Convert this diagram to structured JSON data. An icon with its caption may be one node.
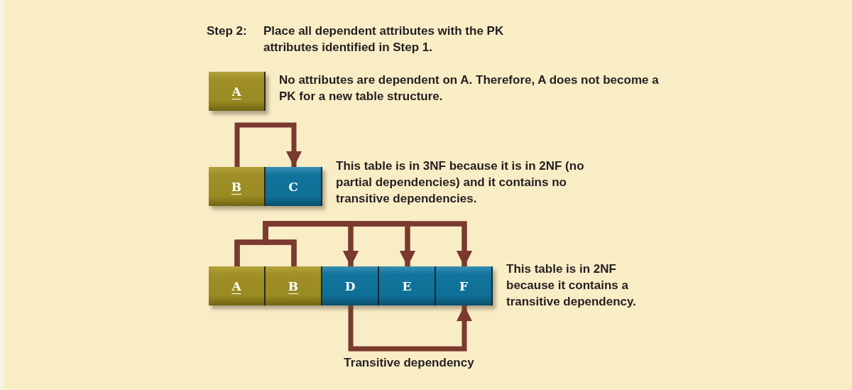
{
  "diagram": {
    "nodes": [
      {
        "text": [
          "A"
        ]
      },
      {
        "text": [
          "B"
        ]
      },
      {
        "text": [
          "C"
        ]
      },
      {
        "text": [
          "A"
        ]
      },
      {
        "text": [
          "B"
        ]
      },
      {
        "text": [
          "D"
        ]
      },
      {
        "text": [
          "E"
        ]
      },
      {
        "text": [
          "F"
        ]
      }
    ],
    "edges": [
      {
        "from": 1,
        "to": 2,
        "arrow": "to"
      },
      {
        "from": 3,
        "to": 5,
        "arrow": "to"
      },
      {
        "from": 3,
        "to": 6,
        "arrow": "to"
      },
      {
        "from": 3,
        "to": 7,
        "arrow": "to"
      },
      {
        "from": 4,
        "to": 5,
        "arrow": "to"
      },
      {
        "from": 4,
        "to": 6,
        "arrow": "to"
      },
      {
        "from": 4,
        "to": 7,
        "arrow": "to"
      },
      {
        "from": 5,
        "to": 7,
        "arrow": "to",
        "label": "Transitive dependency"
      }
    ],
    "labels": [
      "Step 2:",
      "Place all dependent attributes with the PK attributes identified in Step 1.",
      "No attributes are dependent on A. Therefore, A does not become a PK for a new table structure.",
      "This table is in 3NF because it is in 2NF (no partial dependencies) and it contains no transitive dependencies.",
      "This table is in 2NF because it contains a transitive dependency."
    ]
  }
}
